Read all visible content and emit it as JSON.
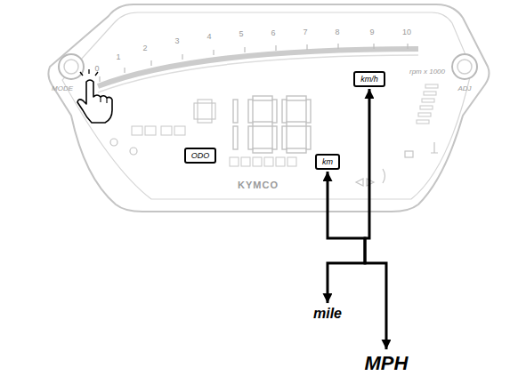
{
  "diagram": {
    "nodes": [
      {
        "text": [
          "km/h"
        ]
      },
      {
        "text": [
          "ODO"
        ]
      },
      {
        "text": [
          "km"
        ]
      },
      {
        "text": [
          "mile"
        ]
      },
      {
        "text": [
          "MPH"
        ]
      }
    ],
    "edges": [
      {
        "from": 2,
        "to": 3,
        "arrow": "both"
      },
      {
        "from": 0,
        "to": 4,
        "arrow": "both"
      }
    ],
    "labels": [
      "0",
      "1",
      "2",
      "3",
      "4",
      "5",
      "6",
      "7",
      "8",
      "9",
      "10",
      "rpm x 1000",
      "MODE",
      "ADJ",
      "KYMCO"
    ]
  }
}
